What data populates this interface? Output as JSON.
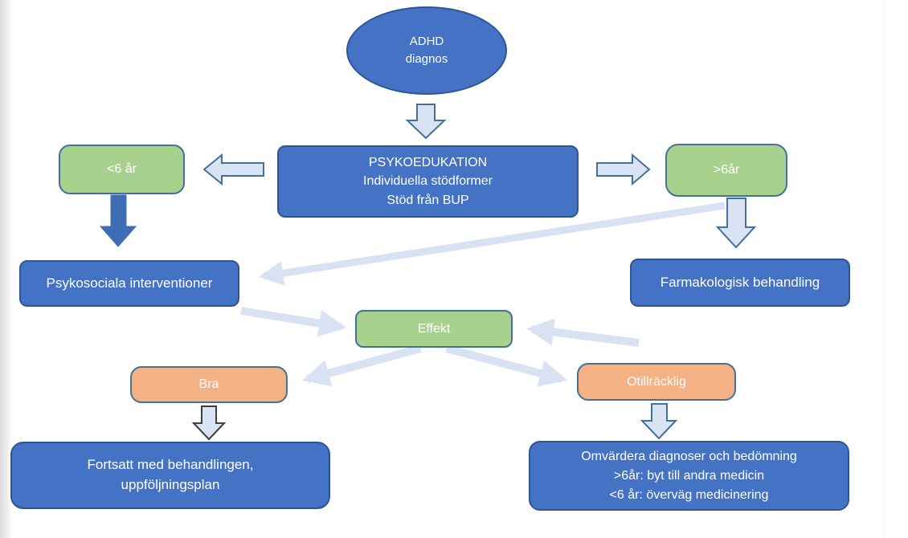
{
  "diagram": {
    "nodes": {
      "adhd": {
        "lines": [
          "ADHD",
          "diagnos"
        ]
      },
      "psykoedukation": {
        "lines": [
          "PSYKOEDUKATION",
          "Individuella stödformer",
          "Stöd från BUP"
        ]
      },
      "under6": {
        "label": "<6 år"
      },
      "over6": {
        "label": ">6år"
      },
      "psykosociala": {
        "label": "Psykosociala interventioner"
      },
      "farmakologisk": {
        "label": "Farmakologisk behandling"
      },
      "effekt": {
        "label": "Effekt"
      },
      "bra": {
        "label": "Bra"
      },
      "otillracklig": {
        "label": "Otillräcklig"
      },
      "fortsatt": {
        "lines": [
          "Fortsatt med behandlingen,",
          "uppföljningsplan"
        ]
      },
      "omvardera": {
        "lines": [
          "Omvärdera diagnoser och bedömning",
          ">6år: byt till andra medicin",
          "<6 år: överväg medicinering"
        ]
      }
    },
    "colors": {
      "node_blue": "#4472C4",
      "node_green": "#A9D18E",
      "node_orange": "#F4B183",
      "border_navy": "#2F5597",
      "border_blue": "#41719C",
      "arrow_light_fill": "#DAE3F3",
      "arrow_solid_fill": "#3E6CB5",
      "connector": "#D9E2F2",
      "arrow_dark_outline": "#3F3F3F",
      "text": "#FFFFFF"
    }
  }
}
